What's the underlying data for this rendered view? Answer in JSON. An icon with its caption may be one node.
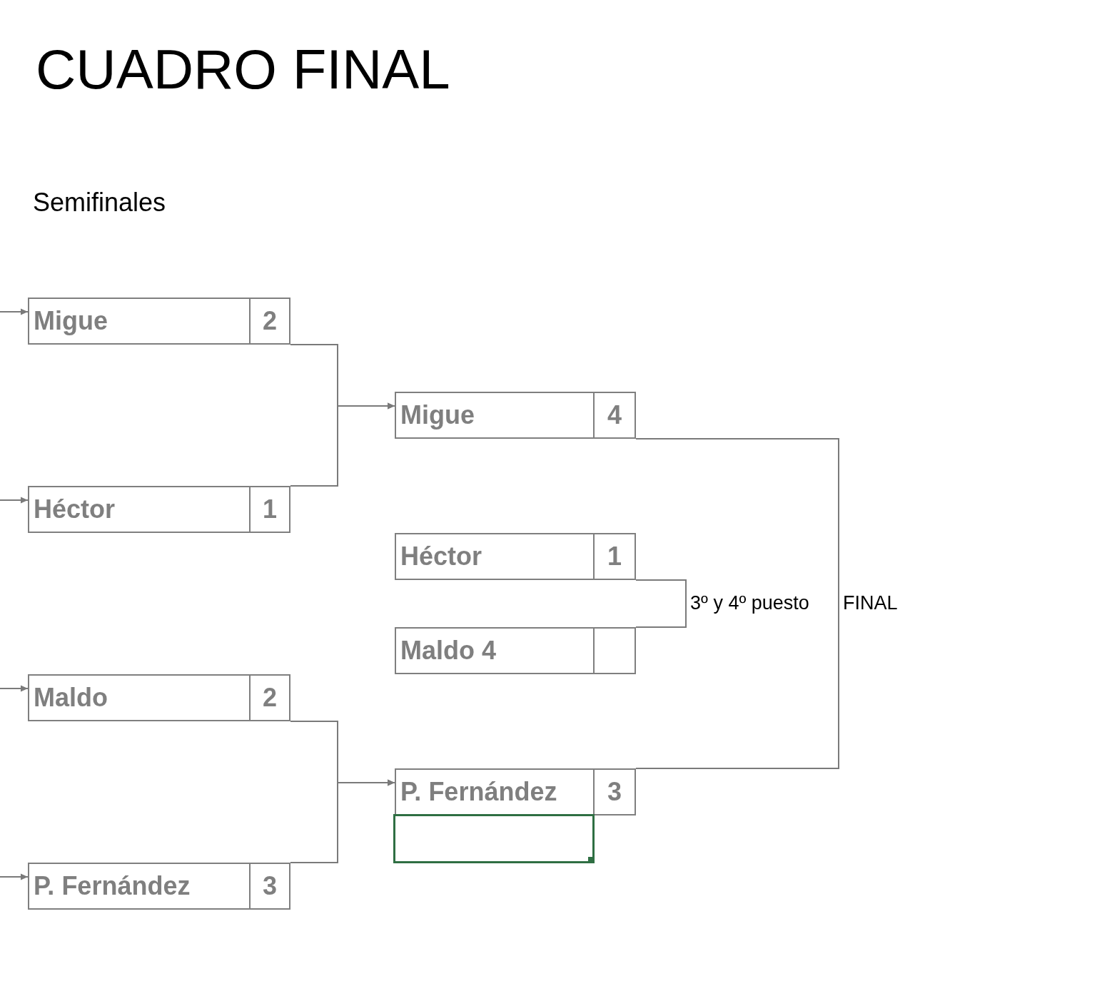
{
  "diagram": {
    "title": "CUADRO FINAL",
    "nodes": [
      {
        "text": [
          "Migue",
          "2"
        ]
      },
      {
        "text": [
          "Héctor",
          "1"
        ]
      },
      {
        "text": [
          "Maldo",
          "2"
        ]
      },
      {
        "text": [
          "P. Fernández",
          "3"
        ]
      },
      {
        "text": [
          "Migue",
          "4"
        ]
      },
      {
        "text": [
          "Héctor",
          "1"
        ]
      },
      {
        "text": [
          "Maldo 4"
        ]
      },
      {
        "text": [
          "P. Fernández",
          "3"
        ]
      },
      {
        "text": [],
        "shape": "box"
      }
    ],
    "edges": [
      {
        "from": null,
        "to": 0,
        "arrow": "to"
      },
      {
        "from": null,
        "to": 1,
        "arrow": "to"
      },
      {
        "from": null,
        "to": 2,
        "arrow": "to"
      },
      {
        "from": null,
        "to": 3,
        "arrow": "to"
      },
      {
        "from": 0,
        "to": 4,
        "arrow": "to"
      },
      {
        "from": 1,
        "to": 4,
        "arrow": "to"
      },
      {
        "from": 2,
        "to": 7,
        "arrow": "to"
      },
      {
        "from": 3,
        "to": 7,
        "arrow": "to"
      },
      {
        "from": 5,
        "to": 6,
        "arrow": "none",
        "label": "3º y 4º puesto"
      },
      {
        "from": 4,
        "to": 7,
        "arrow": "none",
        "label": "FINAL"
      }
    ],
    "labels": [
      "Semifinales"
    ]
  }
}
